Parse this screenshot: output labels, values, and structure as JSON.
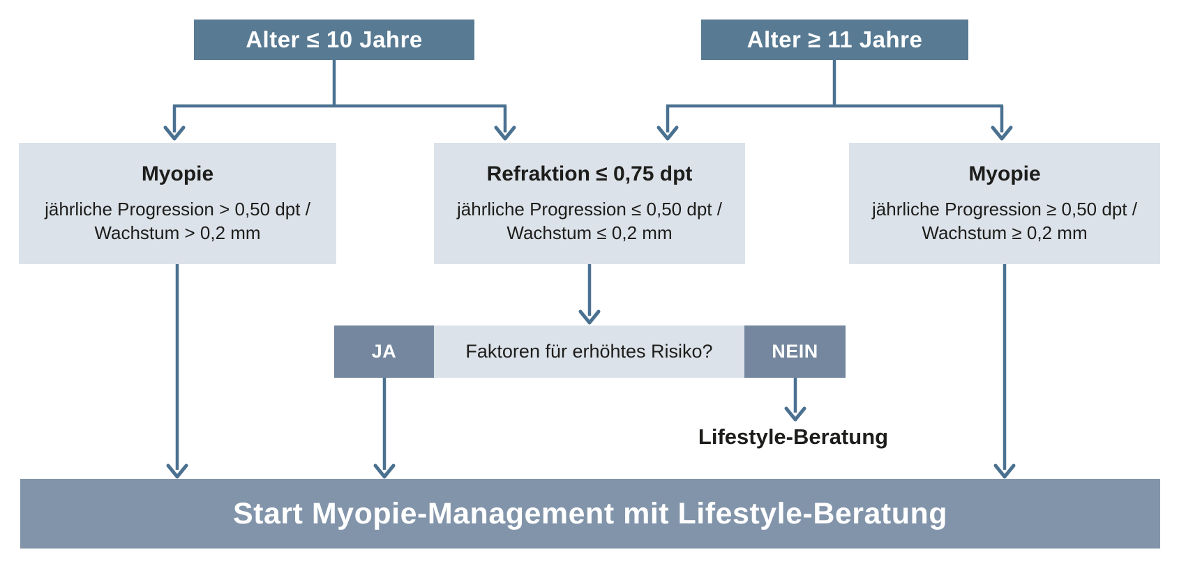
{
  "colors": {
    "header": "#587a93",
    "decision": "#74879e",
    "bar": "#8294aa",
    "light_box": "#dce2e9",
    "arrow": "#4b7191",
    "text_dark": "#1d1d1b",
    "text_light": "#ffffff",
    "background": "#ffffff"
  },
  "flowchart": {
    "headers": [
      {
        "label": "Alter ≤ 10 Jahre"
      },
      {
        "label": "Alter ≥ 11 Jahre"
      }
    ],
    "condition_boxes": [
      {
        "title": "Myopie",
        "line1": "jährliche Progression > 0,50 dpt /",
        "line2": "Wachstum > 0,2 mm"
      },
      {
        "title": "Refraktion ≤ 0,75 dpt",
        "line1": "jährliche Progression ≤ 0,50 dpt /",
        "line2": "Wachstum ≤ 0,2 mm"
      },
      {
        "title": "Myopie",
        "line1": "jährliche Progression ≥ 0,50 dpt /",
        "line2": "Wachstum ≥ 0,2 mm"
      }
    ],
    "decision": {
      "yes_label": "JA",
      "question": "Faktoren für erhöhtes Risiko?",
      "no_label": "NEIN"
    },
    "no_outcome_label": "Lifestyle-Beratung",
    "final_bar_label": "Start Myopie-Management mit Lifestyle-Beratung"
  }
}
